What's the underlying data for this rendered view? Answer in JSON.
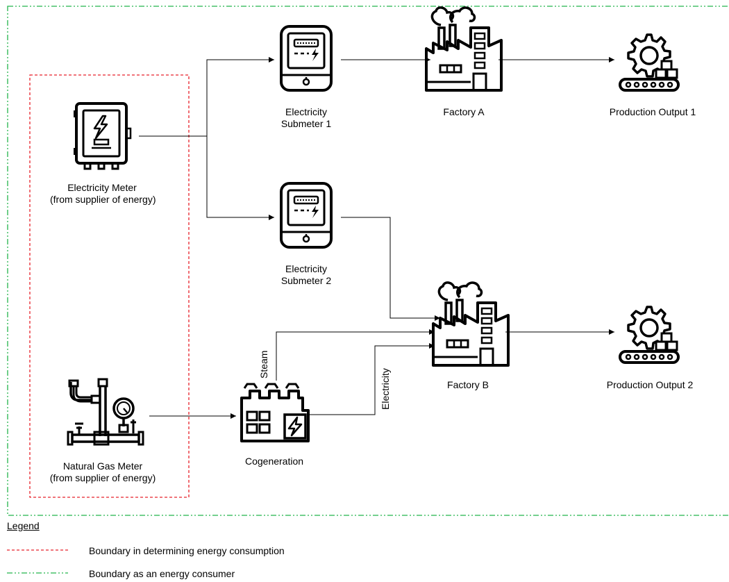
{
  "nodes": {
    "electricity_meter": {
      "line1": "Electricity Meter",
      "line2": "(from supplier of energy)",
      "icon": "electric-panel-icon"
    },
    "natural_gas_meter": {
      "line1": "Natural Gas Meter",
      "line2": "(from supplier of energy)",
      "icon": "gas-meter-icon"
    },
    "submeter1": {
      "line1": "Electricity",
      "line2": "Submeter 1",
      "icon": "electricity-submeter-icon"
    },
    "submeter2": {
      "line1": "Electricity",
      "line2": "Submeter 2",
      "icon": "electricity-submeter-icon"
    },
    "factory_a": {
      "label": "Factory A",
      "icon": "factory-icon"
    },
    "factory_b": {
      "label": "Factory B",
      "icon": "factory-icon"
    },
    "cogeneration": {
      "label": "Cogeneration",
      "icon": "cogeneration-plant-icon"
    },
    "output1": {
      "label": "Production Output 1",
      "icon": "production-gear-conveyor-icon"
    },
    "output2": {
      "label": "Production Output 2",
      "icon": "production-gear-conveyor-icon"
    }
  },
  "edge_labels": {
    "steam": "Steam",
    "electricity": "Electricity"
  },
  "legend": {
    "title": "Legend",
    "items": [
      {
        "label": "Boundary in determining energy consumption",
        "color": "#e8202a",
        "style": "dashed"
      },
      {
        "label": "Boundary as an energy consumer",
        "color": "#22b34a",
        "style": "dash-dot-dot"
      }
    ]
  }
}
